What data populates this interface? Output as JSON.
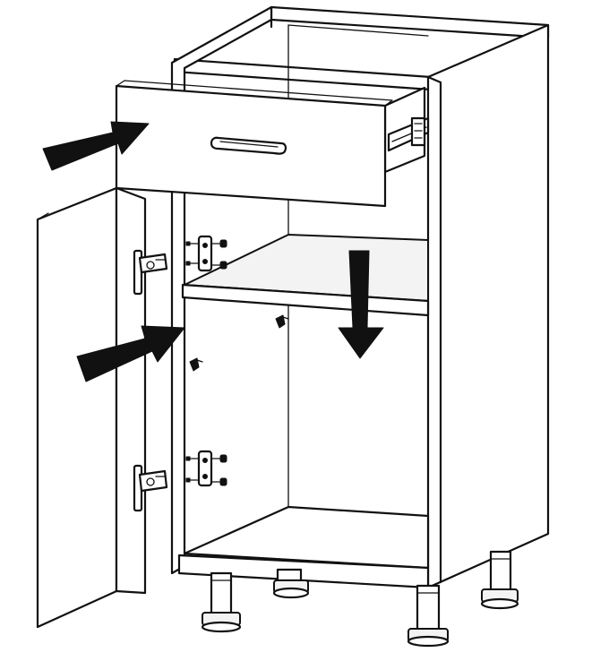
{
  "figure": {
    "background_color": "#ffffff",
    "line_color": "#111111",
    "shade_color": "#f3f3f3",
    "arrow_color": "#111111",
    "assembly_steps": [
      {
        "id": "insert-drawer",
        "icon": "arrow-right-icon"
      },
      {
        "id": "hang-door",
        "icon": "arrow-right-icon"
      },
      {
        "id": "place-shelf",
        "icon": "arrow-down-icon"
      }
    ]
  }
}
